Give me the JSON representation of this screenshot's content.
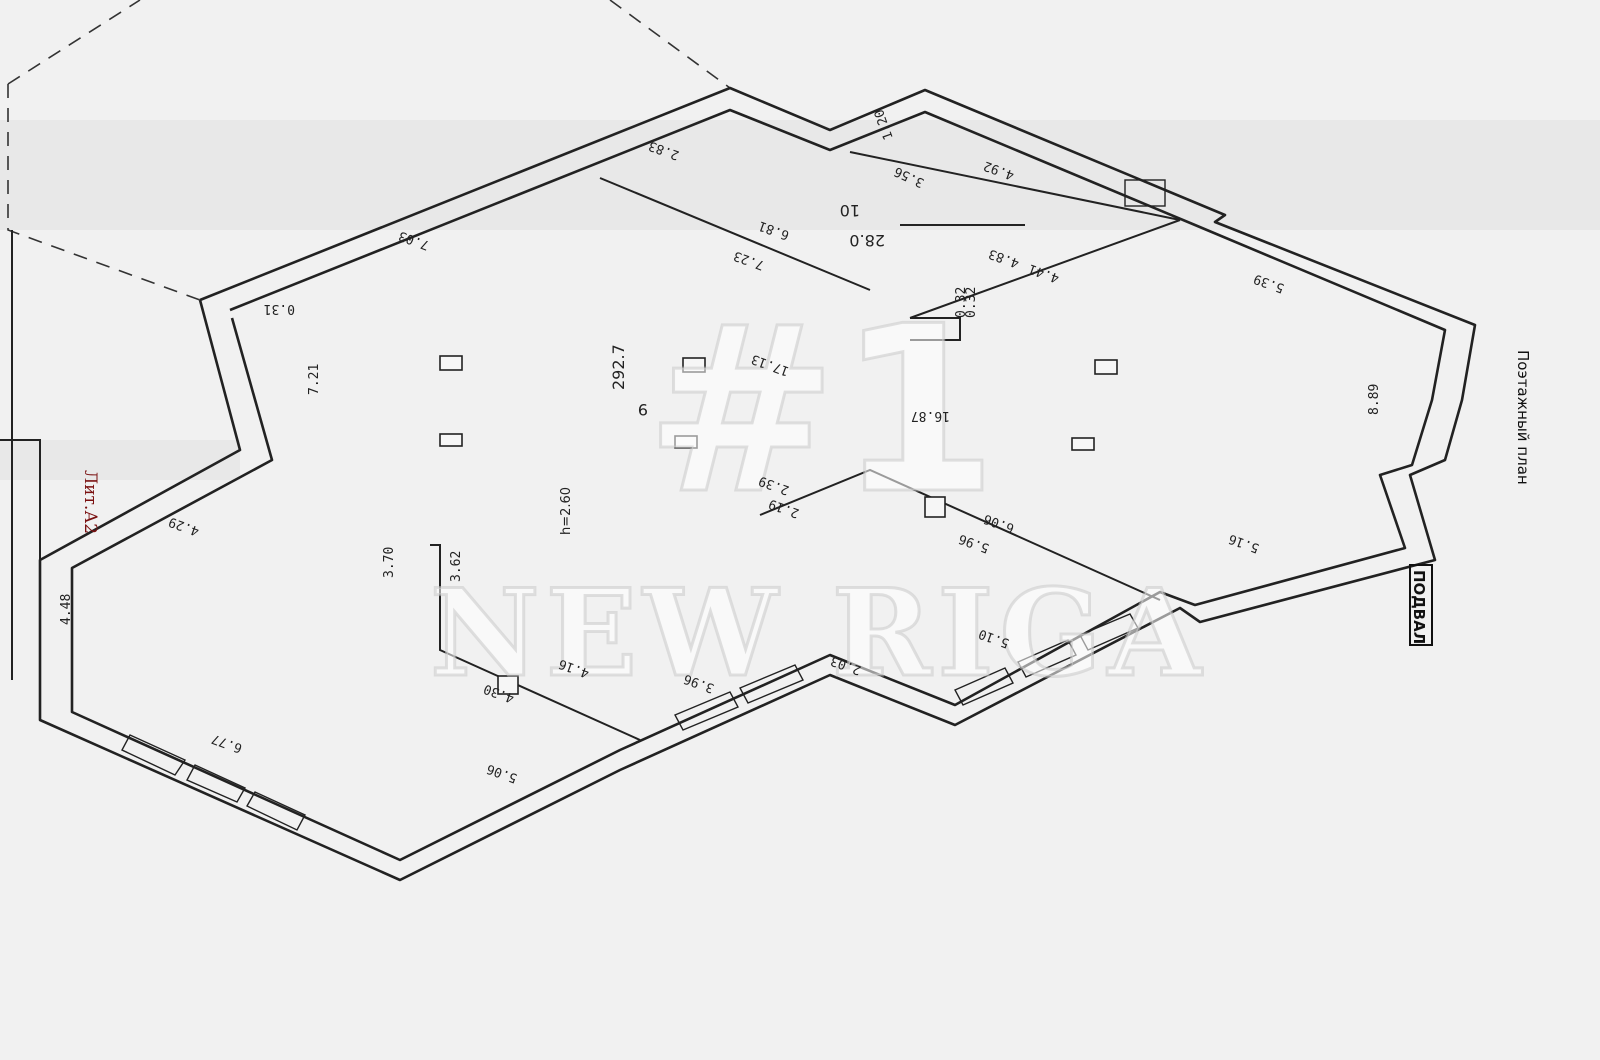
{
  "caption": "Поэтажный план",
  "floor_label": "ПОДВАЛ",
  "letter_label": "Лит.А2",
  "ceiling_height": "h=2.60",
  "watermark": {
    "top": "#1",
    "bottom": "NEW RIGA"
  },
  "rooms": [
    {
      "number": "10",
      "area": "28.0"
    },
    {
      "number": "9",
      "area": "292.7"
    }
  ],
  "dimensions": [
    "2.83",
    "1.20",
    "3.56",
    "4.92",
    "6.81",
    "7.23",
    "7.03",
    "4.83",
    "4.41",
    "5.39",
    "0.31",
    "7.21",
    "17.13",
    "16.87",
    "8.89",
    "2.39",
    "2.19",
    "6.06",
    "5.96",
    "5.16",
    "3.70",
    "3.62",
    "4.29",
    "4.48",
    "4.16",
    "4.30",
    "3.96",
    "2.03",
    "5.10",
    "6.77",
    "5.06",
    "0.32",
    "0.32"
  ]
}
